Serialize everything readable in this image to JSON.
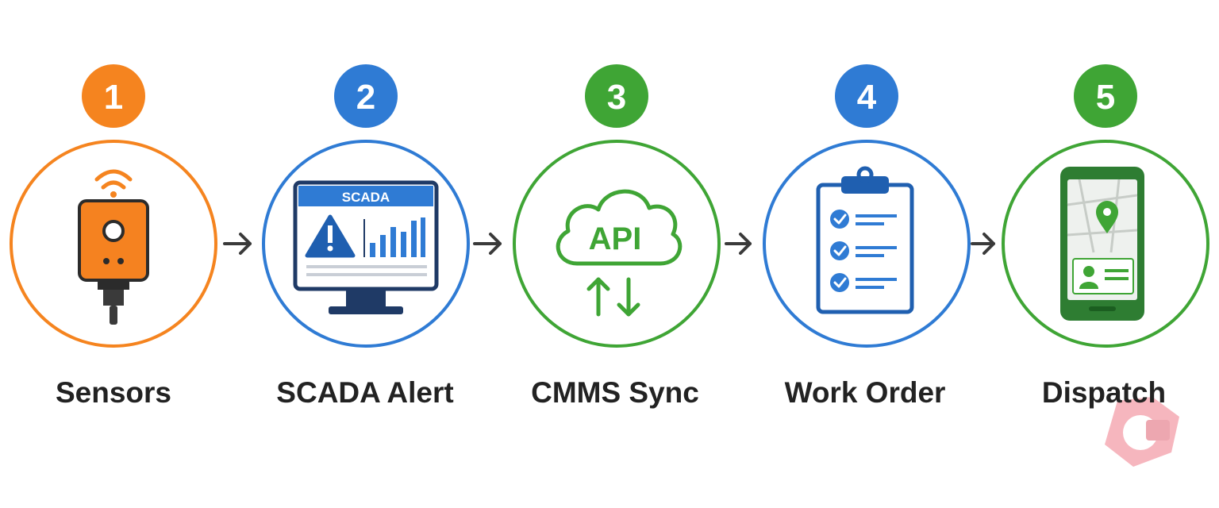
{
  "steps": [
    {
      "number": "1",
      "label": "Sensors",
      "icon": "sensor-device-icon",
      "color": "#F5841F"
    },
    {
      "number": "2",
      "label": "SCADA Alert",
      "icon": "scada-monitor-icon",
      "color": "#2F7BD4",
      "screen_title": "SCADA"
    },
    {
      "number": "3",
      "label": "CMMS Sync",
      "icon": "api-cloud-icon",
      "color": "#3FA535",
      "cloud_text": "API"
    },
    {
      "number": "4",
      "label": "Work Order",
      "icon": "clipboard-checklist-icon",
      "color": "#2F7BD4"
    },
    {
      "number": "5",
      "label": "Dispatch",
      "icon": "mobile-map-icon",
      "color": "#3FA535"
    }
  ],
  "arrow_color": "#3A3A3A",
  "label_color": "#222222"
}
